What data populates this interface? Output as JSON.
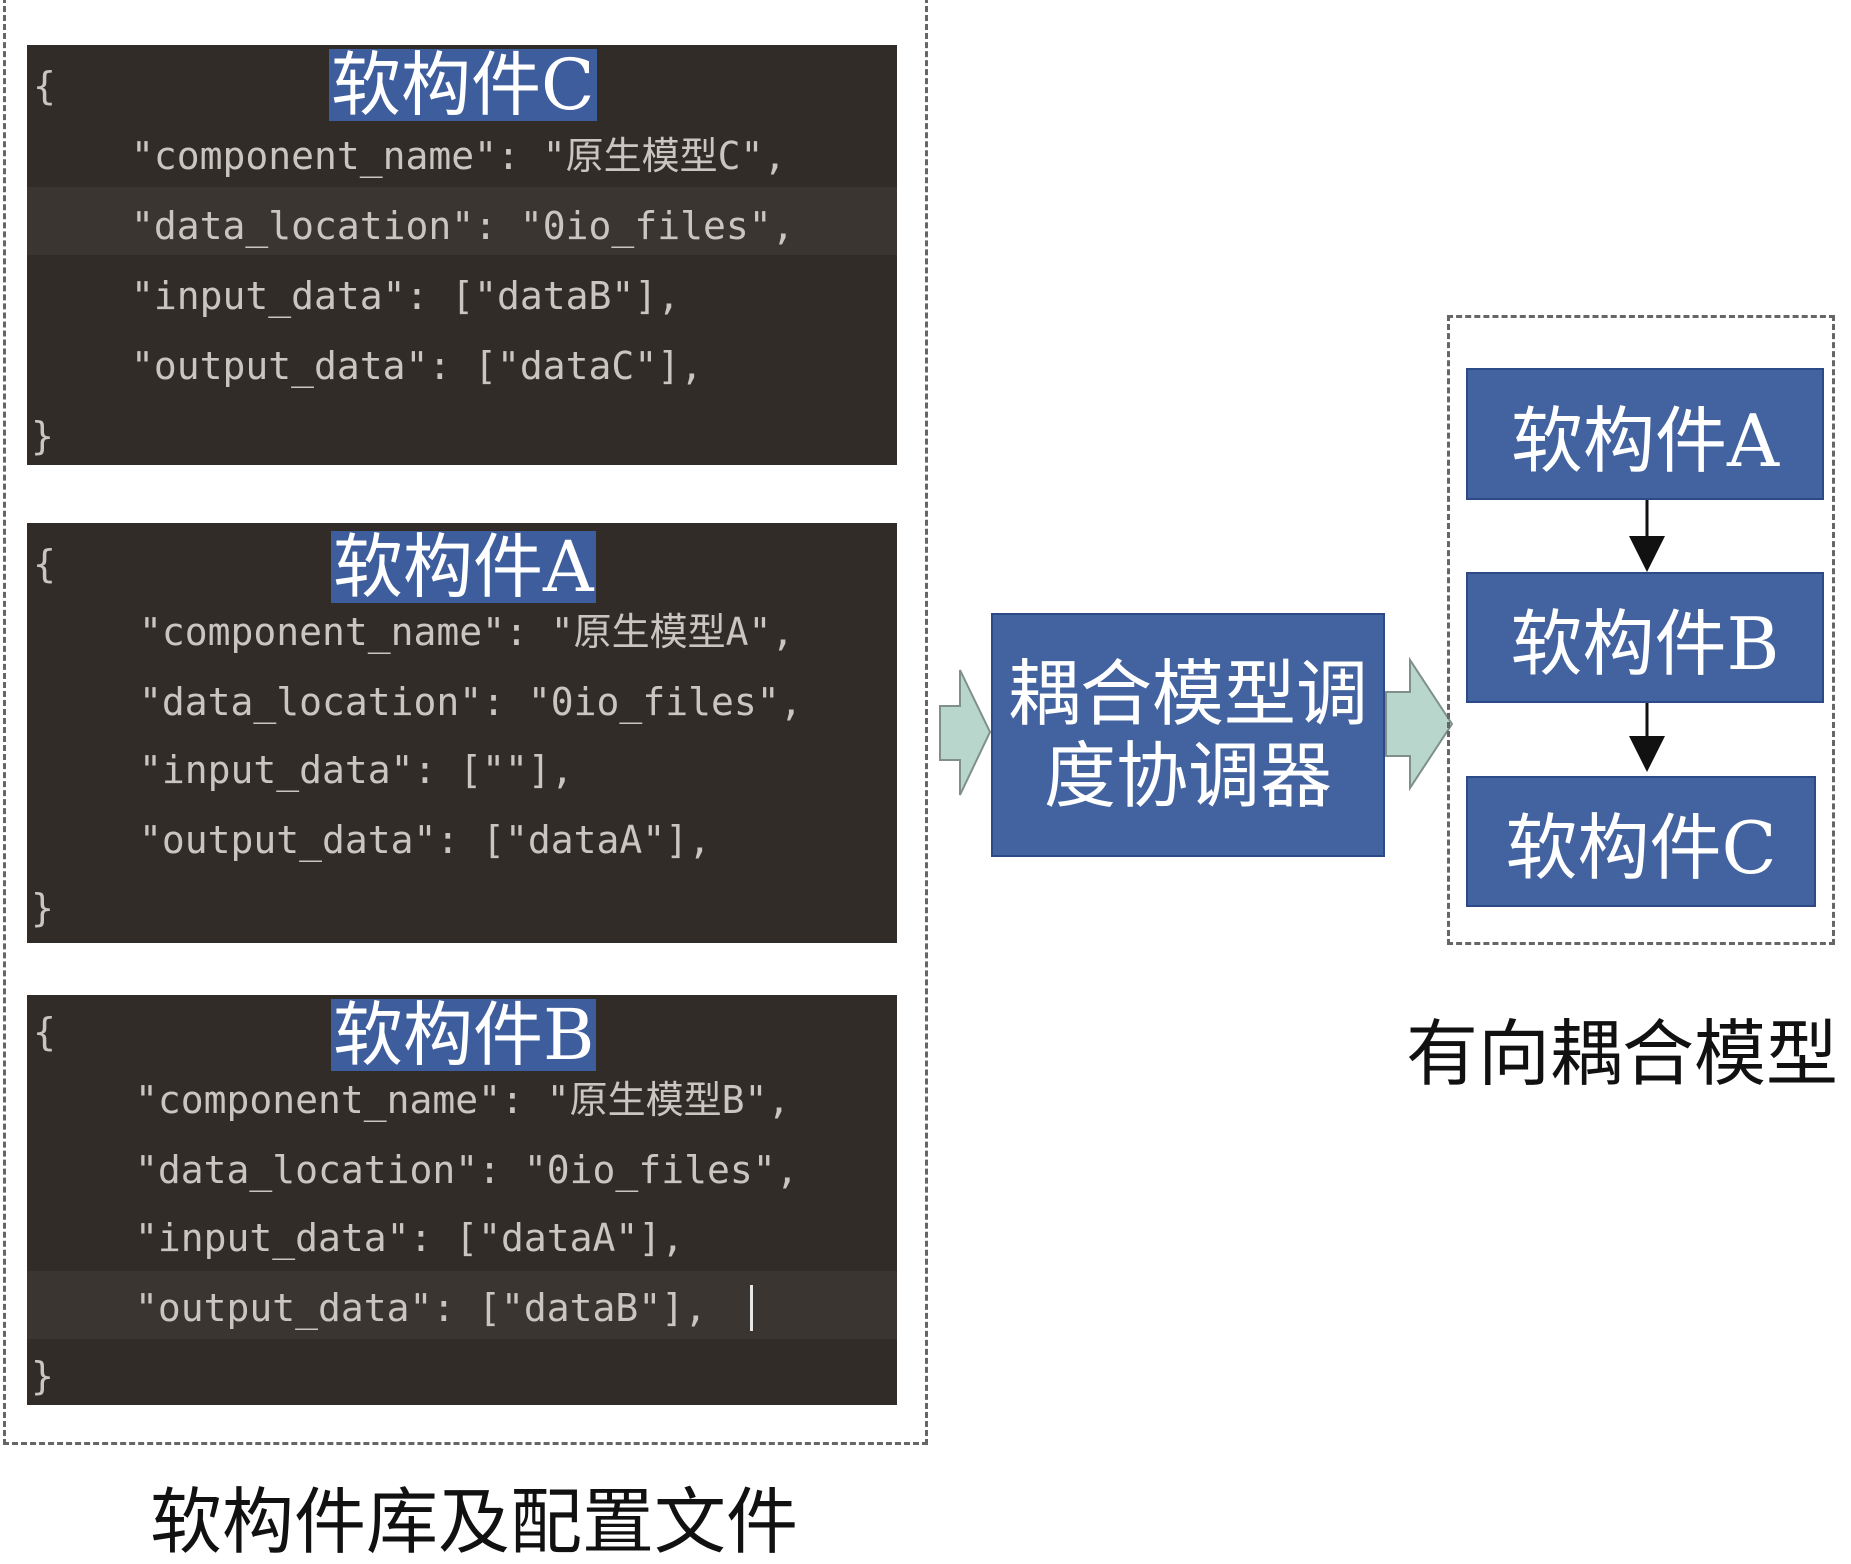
{
  "library": {
    "caption": "软构件库及配置文件",
    "panels": [
      {
        "title": "软构件C",
        "open_brace": "{",
        "lines": [
          "\"component_name\": \"原生模型C\",",
          "\"data_location\": \"0io_files\",",
          "\"input_data\": [\"dataB\"],",
          "\"output_data\": [\"dataC\"],"
        ],
        "close_brace": "}"
      },
      {
        "title": "软构件A",
        "open_brace": "{",
        "lines": [
          "\"component_name\": \"原生模型A\",",
          "\"data_location\": \"0io_files\",",
          "\"input_data\": [\"\"],",
          "\"output_data\": [\"dataA\"],"
        ],
        "close_brace": "}"
      },
      {
        "title": "软构件B",
        "open_brace": "{",
        "lines": [
          "\"component_name\": \"原生模型B\",",
          "\"data_location\": \"0io_files\",",
          "\"input_data\": [\"dataA\"],",
          "\"output_data\": [\"dataB\"],"
        ],
        "close_brace": "}"
      }
    ]
  },
  "scheduler": {
    "line1": "耦合模型调",
    "line2": "度协调器"
  },
  "directed_model": {
    "caption": "有向耦合模型",
    "nodes": [
      "软构件A",
      "软构件B",
      "软构件C"
    ]
  },
  "colors": {
    "code_bg": "#322c28",
    "code_text": "#c9c6c2",
    "box_fill": "#4262a0",
    "title_highlight": "#3e5d9c",
    "arrow_fill": "#b9d6cc",
    "dashed_border": "#666666"
  }
}
